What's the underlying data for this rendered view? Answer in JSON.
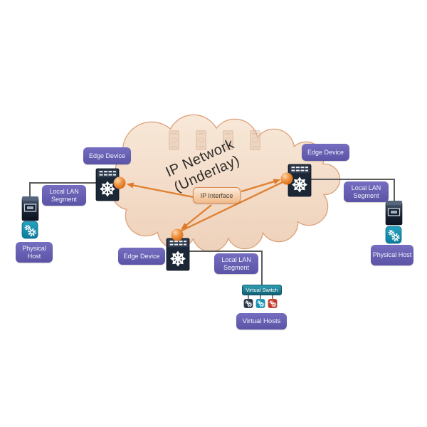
{
  "cloud": {
    "title": "IP Network",
    "subtitle": "(Underlay)",
    "ip_interface_label": "IP Interface"
  },
  "sites": {
    "left": {
      "edge_label": "Edge Device",
      "lan_label": "Local LAN Segment",
      "host_label": "Physical Host"
    },
    "right": {
      "edge_label": "Edge Device",
      "lan_label": "Local LAN Segment",
      "host_label": "Physical Host"
    },
    "bottom": {
      "edge_label": "Edge Device",
      "lan_label": "Local LAN Segment",
      "vswitch_label": "Virtual Switch",
      "vhosts_label": "Virtual Hosts"
    }
  },
  "icons": {
    "edge_device": "multilayer-switch-icon",
    "ip_interface_point": "orange-sphere-icon",
    "physical_host": "server-tower-icon",
    "host_app": "gears-icon",
    "virtual_hosts": [
      "gears-icon-dark",
      "gears-icon-teal",
      "gears-icon-red"
    ],
    "underlay_routers": "faded-router-icon"
  },
  "colors": {
    "cloud_fill": "#F4DECB",
    "cloud_border": "#DCA077",
    "label_purple": "#655FAE",
    "arrow_orange": "#E08132",
    "teal": "#1793B1",
    "vswitch_teal": "#1C7D90",
    "mini_host_dark": "#2A3647",
    "mini_host_red": "#C0392B",
    "device_navy": "#1B2636",
    "connector_gray": "#5B5B5B"
  }
}
